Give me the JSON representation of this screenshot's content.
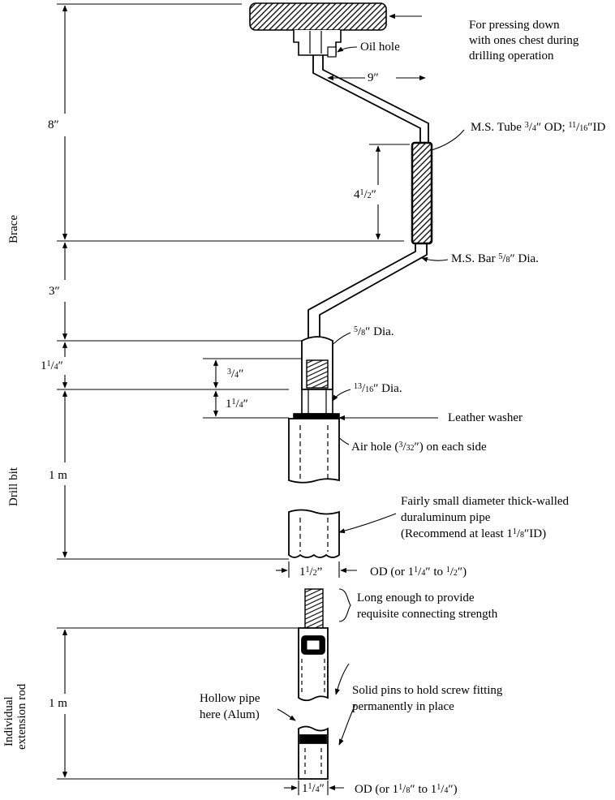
{
  "section_labels": {
    "brace": "Brace",
    "drill_bit": "Drill bit",
    "extension_rod_line1": "Individual",
    "extension_rod_line2": "extension rod"
  },
  "dimensions": {
    "brace_height": "8″",
    "crank_offset": "9″",
    "tube_length": "4",
    "tube_length_frac_num": "1",
    "tube_length_frac_den": "2",
    "tube_length_unit": "″",
    "lower_drop": "3″",
    "socket_length": "1",
    "socket_length_frac_num": "1",
    "socket_length_frac_den": "4",
    "socket_length_unit": "″",
    "thread_length_num": "3",
    "thread_length_den": "4",
    "thread_length_unit": "″",
    "collar_length": "1",
    "collar_length_frac_num": "1",
    "collar_length_frac_den": "4",
    "collar_length_unit": "″",
    "drill_bit_length": "1 m",
    "pipe_width": "1",
    "pipe_width_frac_num": "1",
    "pipe_width_frac_den": "2",
    "pipe_width_unit": "”",
    "rod_length": "1 m",
    "rod_width": "1",
    "rod_width_frac_num": "1",
    "rod_width_frac_den": "4",
    "rod_width_unit": "″"
  },
  "annotations": {
    "chest_pad_line1": "For pressing down",
    "chest_pad_line2": "with ones chest during",
    "chest_pad_line3": "drilling operation",
    "oil_hole": "Oil hole",
    "tube_prefix": "M.S. Tube ",
    "tube_od_num": "3",
    "tube_od_den": "4",
    "tube_mid": "″ OD; ",
    "tube_id_num": "11",
    "tube_id_den": "16",
    "tube_suffix": "″ID",
    "bar_prefix": "M.S. Bar ",
    "bar_num": "5",
    "bar_den": "8",
    "bar_suffix": "″ Dia.",
    "dia1_num": "5",
    "dia1_den": "8",
    "dia1_suffix": "″ Dia.",
    "dia2_num": "13",
    "dia2_den": "16",
    "dia2_suffix": "″ Dia.",
    "leather_washer": "Leather washer",
    "air_hole_prefix": "Air hole (",
    "air_hole_num": "3",
    "air_hole_den": "32",
    "air_hole_suffix": "″) on each side",
    "pipe_line1": "Fairly small diameter thick-walled",
    "pipe_line2": "duraluminum pipe",
    "pipe_line3_prefix": "(Recommend at least 1",
    "pipe_line3_num": "1",
    "pipe_line3_den": "8",
    "pipe_line3_suffix": "″ID)",
    "od1_prefix": "OD (or 1",
    "od1_num1": "1",
    "od1_den1": "4",
    "od1_mid": "″ to ",
    "od1_num2": "1",
    "od1_den2": "2",
    "od1_suffix": "″)",
    "thread_line1": "Long enough to provide",
    "thread_line2": "requisite connecting strength",
    "pins_line1": "Solid pins to hold screw fitting",
    "pins_line2": "permanently in place",
    "hollow_line1": "Hollow pipe",
    "hollow_line2": "here (Alum)",
    "od2_prefix": "OD (or 1",
    "od2_num1": "1",
    "od2_den1": "8",
    "od2_mid": "″ to 1",
    "od2_num2": "1",
    "od2_den2": "4",
    "od2_suffix": "″)"
  }
}
